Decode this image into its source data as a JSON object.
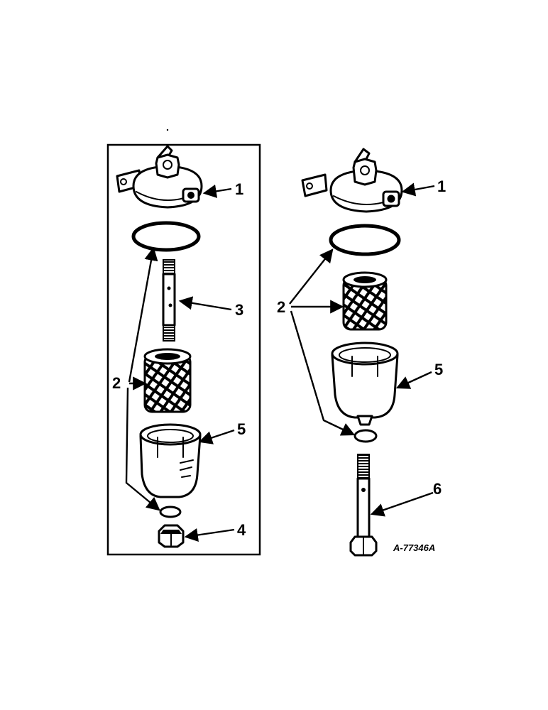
{
  "diagram": {
    "drawing_number": "A-77346A",
    "left_assembly": {
      "callouts": [
        "1",
        "2",
        "3",
        "4",
        "5"
      ]
    },
    "right_assembly": {
      "callouts": [
        "1",
        "2",
        "5",
        "6"
      ]
    }
  }
}
